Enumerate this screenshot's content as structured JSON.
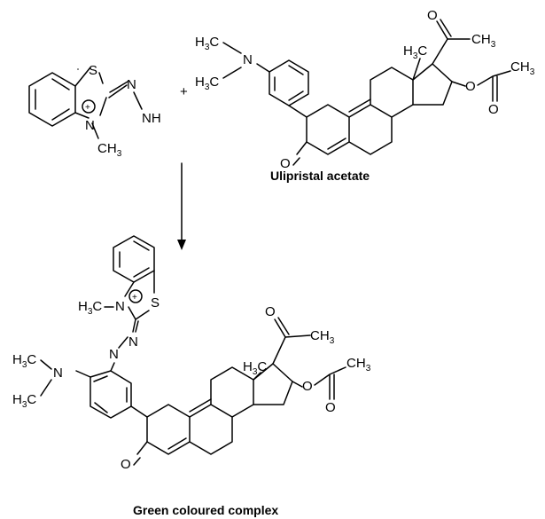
{
  "captions": {
    "product_top": "Ulipristal acetate",
    "product_bottom": "Green coloured complex"
  },
  "reaction": {
    "plus": "+"
  },
  "atoms": {
    "S": "S",
    "N": "N",
    "NH": "NH",
    "C": "C",
    "H": "H",
    "O": "O",
    "sub3": "3",
    "charge": "+"
  }
}
